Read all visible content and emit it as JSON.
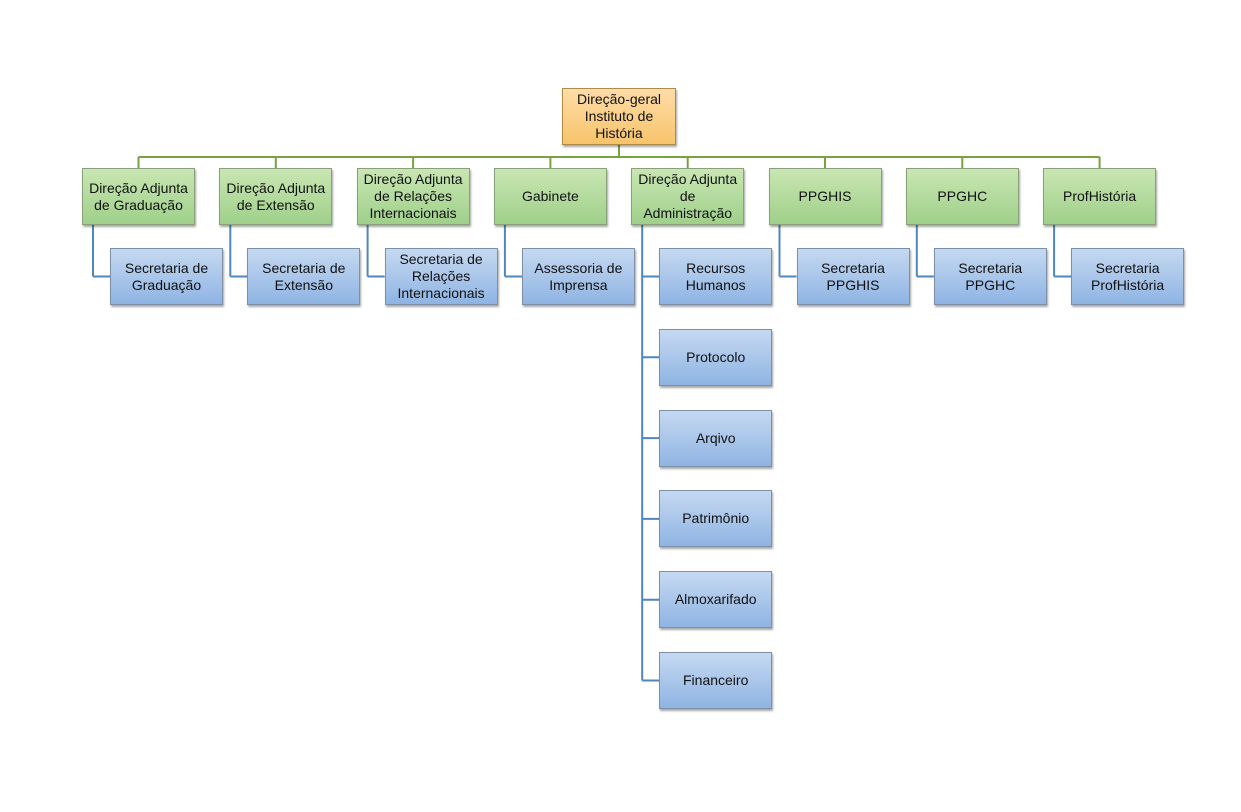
{
  "colors": {
    "root_fill": "#f7c46a",
    "level1_fill": "#9fd08a",
    "level2_fill": "#8fb4e3",
    "root_connector": "#77a33c",
    "child_connector": "#4f86c0"
  },
  "org": {
    "root": {
      "label": "Direção-geral\nInstituto de\nHistória"
    },
    "units": [
      {
        "label": "Direção Adjunta\nde Graduação",
        "children": [
          "Secretaria de\nGraduação"
        ]
      },
      {
        "label": "Direção Adjunta\nde Extensão",
        "children": [
          "Secretaria de\nExtensão"
        ]
      },
      {
        "label": "Direção Adjunta\nde Relações\nInternacionais",
        "children": [
          "Secretaria de\nRelações\nInternacionais"
        ]
      },
      {
        "label": "Gabinete",
        "children": [
          "Assessoria de\nImprensa"
        ]
      },
      {
        "label": "Direção Adjunta\nde\nAdministração",
        "children": [
          "Recursos\nHumanos",
          "Protocolo",
          "Arqivo",
          "Patrimônio",
          "Almoxarifado",
          "Financeiro"
        ]
      },
      {
        "label": "PPGHIS",
        "children": [
          "Secretaria\nPPGHIS"
        ]
      },
      {
        "label": "PPGHC",
        "children": [
          "Secretaria\nPPGHC"
        ]
      },
      {
        "label": "ProfHistória",
        "children": [
          "Secretaria\nProfHistória"
        ]
      }
    ]
  }
}
